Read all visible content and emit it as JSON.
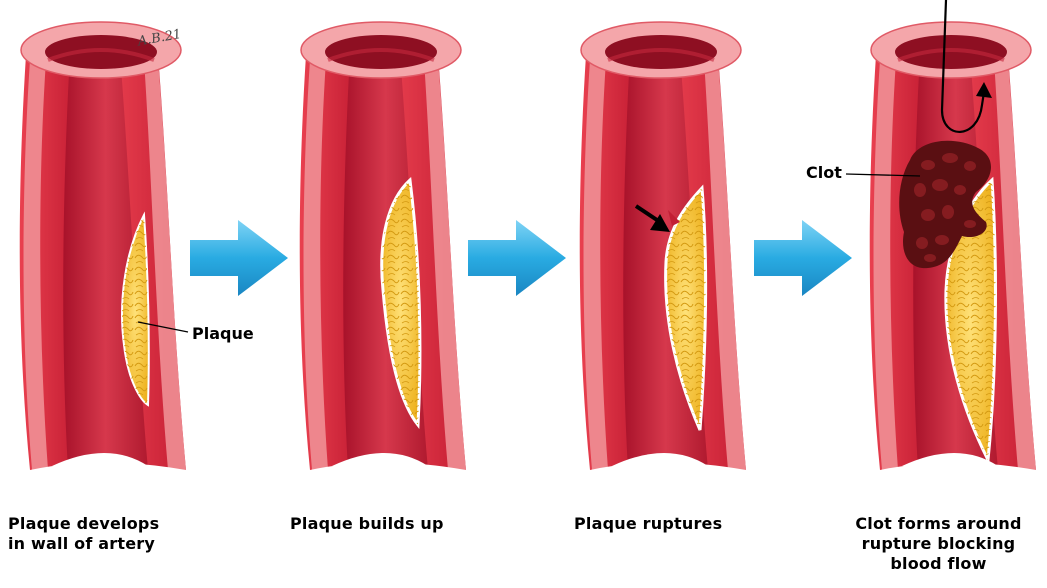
{
  "labels": {
    "plaque": "Plaque",
    "clot": "Clot",
    "signature": "A.B.21"
  },
  "stages": [
    {
      "lines": [
        "Plaque develops",
        "in wall of artery"
      ]
    },
    {
      "lines": [
        "Plaque builds up"
      ]
    },
    {
      "lines": [
        "Plaque ruptures"
      ]
    },
    {
      "lines": [
        "Clot forms around",
        "rupture blocking",
        "blood flow"
      ]
    }
  ],
  "colors": {
    "artery_wall": "#d8263c",
    "wall_cut": "#ef9a9a",
    "lumen": "#c21f35",
    "plaque": "#f6c43a",
    "clot": "#5a0f12",
    "arrow": "#29abe2"
  }
}
